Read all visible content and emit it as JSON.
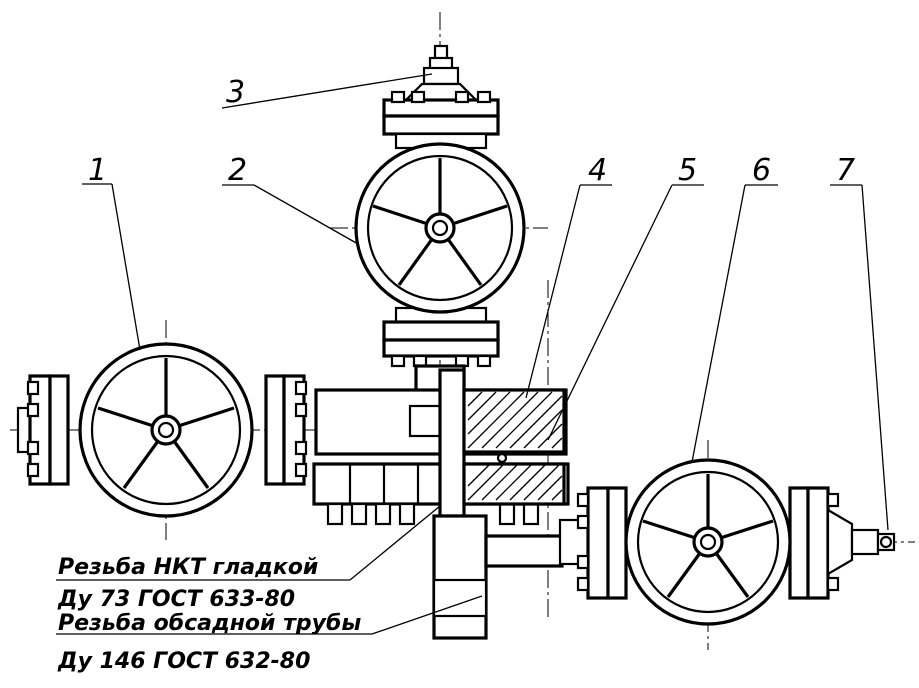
{
  "callouts": [
    {
      "label": "1",
      "part": "left-valve"
    },
    {
      "label": "2",
      "part": "top-valve"
    },
    {
      "label": "3",
      "part": "top-cap"
    },
    {
      "label": "4",
      "part": "spool-body"
    },
    {
      "label": "5",
      "part": "hatched-seal"
    },
    {
      "label": "6",
      "part": "right-valve"
    },
    {
      "label": "7",
      "part": "end-fitting"
    }
  ],
  "notes": {
    "tubing_thread": "Резьба НКТ гладкой",
    "tubing_size": "Ду 73 ГОСТ 633-80",
    "casing_thread": "Резьба обсадной трубы",
    "casing_size": "Ду 146 ГОСТ 632-80"
  }
}
